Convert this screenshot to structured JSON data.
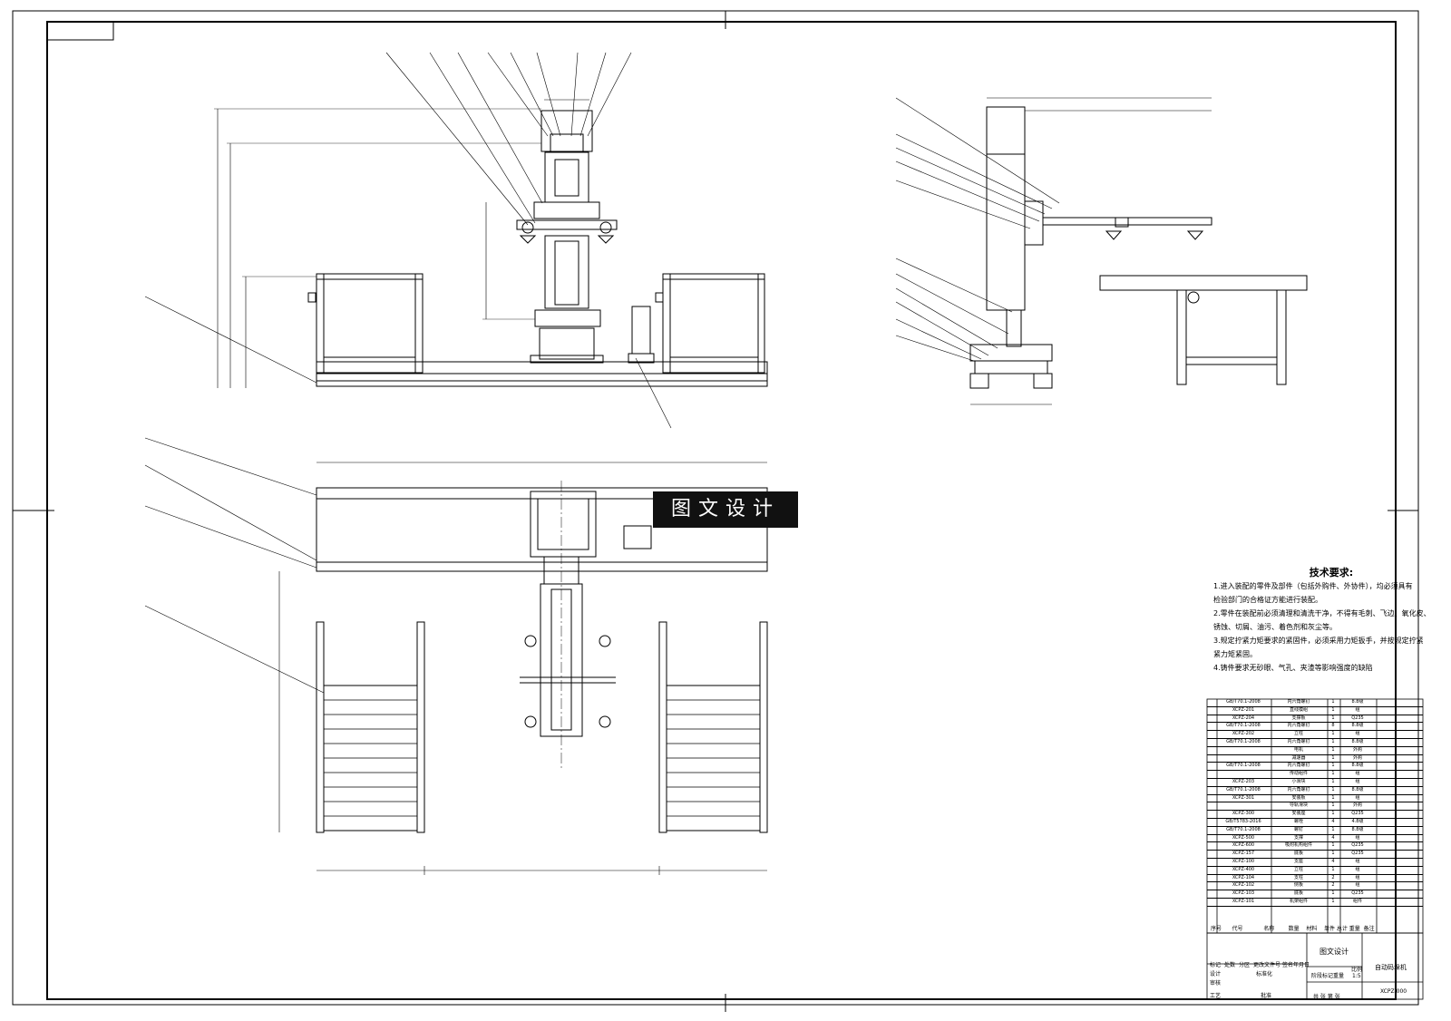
{
  "watermark": "图文设计",
  "technical_requirements": {
    "title": "技术要求:",
    "lines": [
      "1.进入装配的零件及部件（包括外购件、外协件），均必须具有",
      "检验部门的合格证方能进行装配。",
      "2.零件在装配前必须清理和清洗干净，不得有毛刺、飞边、氧化皮、",
      "锈蚀、切屑、油污、着色剂和灰尘等。",
      "3.规定拧紧力矩要求的紧固件，必须采用力矩扳手，并按规定拧紧",
      "紧力矩紧固。",
      "4.铸件要求无砂眼、气孔、夹渣等影响强度的缺陷"
    ]
  },
  "bom_rows": [
    [
      "GB/T70.1-2008",
      "内六角螺钉",
      "1",
      "8.8级"
    ],
    [
      "XCPZ-201",
      "直线模组",
      "1",
      "组"
    ],
    [
      "XCPZ-204",
      "支撑板",
      "1",
      "Q235"
    ],
    [
      "GB/T70.1-2008",
      "内六角螺钉",
      "8",
      "8.8级"
    ],
    [
      "XCPZ-202",
      "立柱",
      "1",
      "组"
    ],
    [
      "GB/T70.1-2008",
      "内六角螺钉",
      "1",
      "8.8级"
    ],
    [
      "",
      "电机",
      "1",
      "外购"
    ],
    [
      "",
      "减速器",
      "1",
      "外购"
    ],
    [
      "GB/T70.1-2008",
      "内六角螺钉",
      "1",
      "8.8级"
    ],
    [
      "",
      "传动组件",
      "1",
      "组"
    ],
    [
      "XCPZ-203",
      "小滑块",
      "1",
      "组"
    ],
    [
      "GB/T70.1-2008",
      "内六角螺钉",
      "1",
      "8.8级"
    ],
    [
      "XCPZ-301",
      "安装板",
      "1",
      "组"
    ],
    [
      "",
      "导轨滑块",
      "1",
      "外购"
    ],
    [
      "XCPZ-300",
      "安装座",
      "1",
      "Q235"
    ],
    [
      "GB/T5783-2016",
      "螺栓",
      "4",
      "4.8级"
    ],
    [
      "GB/T70.1-2008",
      "螺钉",
      "1",
      "8.8级"
    ],
    [
      "XCPZ-500",
      "支撑",
      "4",
      "组"
    ],
    [
      "XCPZ-600",
      "吸附机构组件",
      "1",
      "Q235"
    ],
    [
      "XCPZ-157",
      "底板",
      "1",
      "Q235"
    ],
    [
      "XCPZ-100",
      "支座",
      "4",
      "组"
    ],
    [
      "XCPZ-400",
      "立柱",
      "1",
      "组"
    ],
    [
      "XCPZ-104",
      "支柱",
      "2",
      "组"
    ],
    [
      "XCPZ-102",
      "侧板",
      "2",
      "组"
    ],
    [
      "XCPZ-103",
      "底板",
      "1",
      "Q235"
    ],
    [
      "XCPZ-101",
      "机架组件",
      "1",
      "组件"
    ]
  ],
  "bom_header": [
    "序号",
    "代号",
    "名称",
    "数量",
    "材料",
    "单件 总计 重量",
    "备注"
  ],
  "title_block": {
    "drawing_name": "自动码垛机",
    "drawing_no": "XCPZ-000",
    "scale": "1:5",
    "company": "图文设计",
    "sheet": "共 张 第 张",
    "labels": [
      "标记",
      "处数",
      "分区",
      "更改文件号",
      "签名",
      "年月日",
      "设计",
      "标准化",
      "阶段标记",
      "重量",
      "比例",
      "审核",
      "工艺",
      "批准"
    ]
  }
}
